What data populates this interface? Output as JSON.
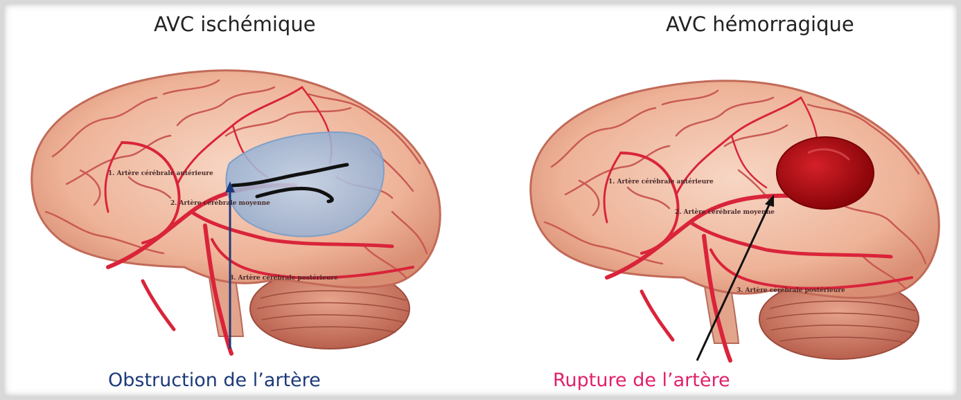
{
  "colors": {
    "brain_fill": "#efb9a0",
    "brain_fold": "#c94c4c",
    "artery": "#d9243a",
    "ischemia_zone": "#9db6d6",
    "occlusion_line": "#111111",
    "arrow_obstruction": "#1d3a7a",
    "hemorrhage": "#b50a14",
    "arrow_rupture": "#111111",
    "caption_obstruction": "#1d3a7a",
    "caption_rupture": "#e0206a"
  },
  "panels": {
    "left": {
      "title": "AVC ischémique",
      "caption": "Obstruction de l’artère",
      "artery_labels": [
        "1. Artère cérébrale antérieure",
        "2. Artère cérébrale moyenne",
        "3. Artère cérébrale postérieure"
      ]
    },
    "right": {
      "title": "AVC hémorragique",
      "caption": "Rupture de l’artère",
      "artery_labels": [
        "1. Artère cérébrale antérieure",
        "2. Artère cérébrale moyenne",
        "3. Artère cérébrale postérieure"
      ]
    }
  }
}
